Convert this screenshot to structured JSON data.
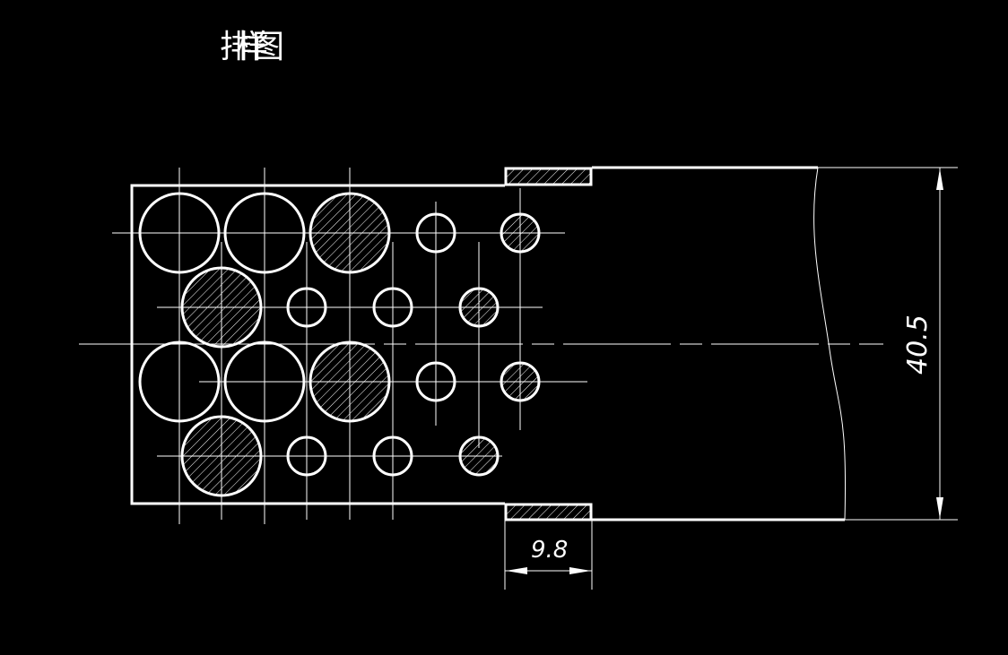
{
  "title": "排样图",
  "dimensions": {
    "height": "40.5",
    "step": "9.8"
  },
  "colors": {
    "background": "#000000",
    "lines": "#ffffff"
  }
}
